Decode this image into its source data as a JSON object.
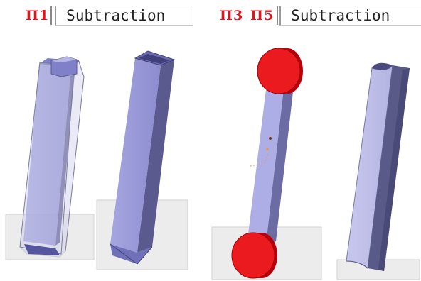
{
  "panels": [
    {
      "tag": "П1",
      "operation": "Subtraction"
    },
    {
      "tag": "П3",
      "operation": ""
    },
    {
      "tag": "П5",
      "operation": "Subtraction"
    }
  ],
  "colors": {
    "accent": "#e0141b",
    "solid_face": "#9a9ad8",
    "solid_side": "#5c5c90",
    "disc": "#e8161c",
    "shadow_plane": "#ececec"
  }
}
